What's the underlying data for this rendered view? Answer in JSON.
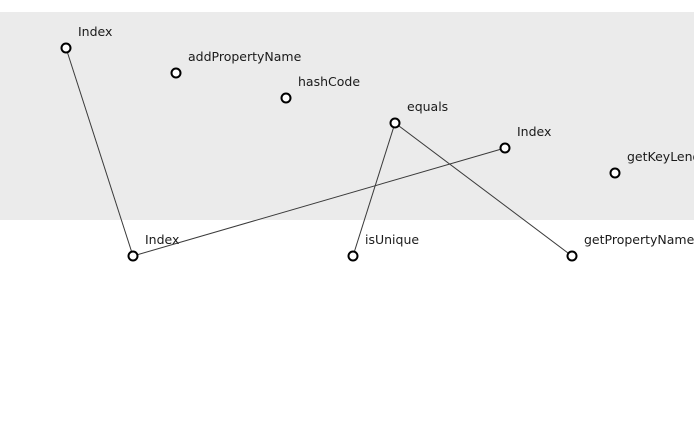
{
  "diagram": {
    "band_color": "#ebebeb",
    "top_row": [
      {
        "id": "t1",
        "label": "Index"
      },
      {
        "id": "t2",
        "label": "addPropertyName"
      },
      {
        "id": "t3",
        "label": "hashCode"
      },
      {
        "id": "t4",
        "label": "equals"
      },
      {
        "id": "t5",
        "label": "Index"
      },
      {
        "id": "t6",
        "label": "getKeyLength"
      }
    ],
    "bottom_row": [
      {
        "id": "b1",
        "label": "Index"
      },
      {
        "id": "b2",
        "label": "isUnique"
      },
      {
        "id": "b3",
        "label": "getPropertyNames"
      }
    ],
    "edges": [
      {
        "from": "t1",
        "to": "b1"
      },
      {
        "from": "t5",
        "to": "b1"
      },
      {
        "from": "t4",
        "to": "b2"
      },
      {
        "from": "t4",
        "to": "b3"
      }
    ]
  }
}
